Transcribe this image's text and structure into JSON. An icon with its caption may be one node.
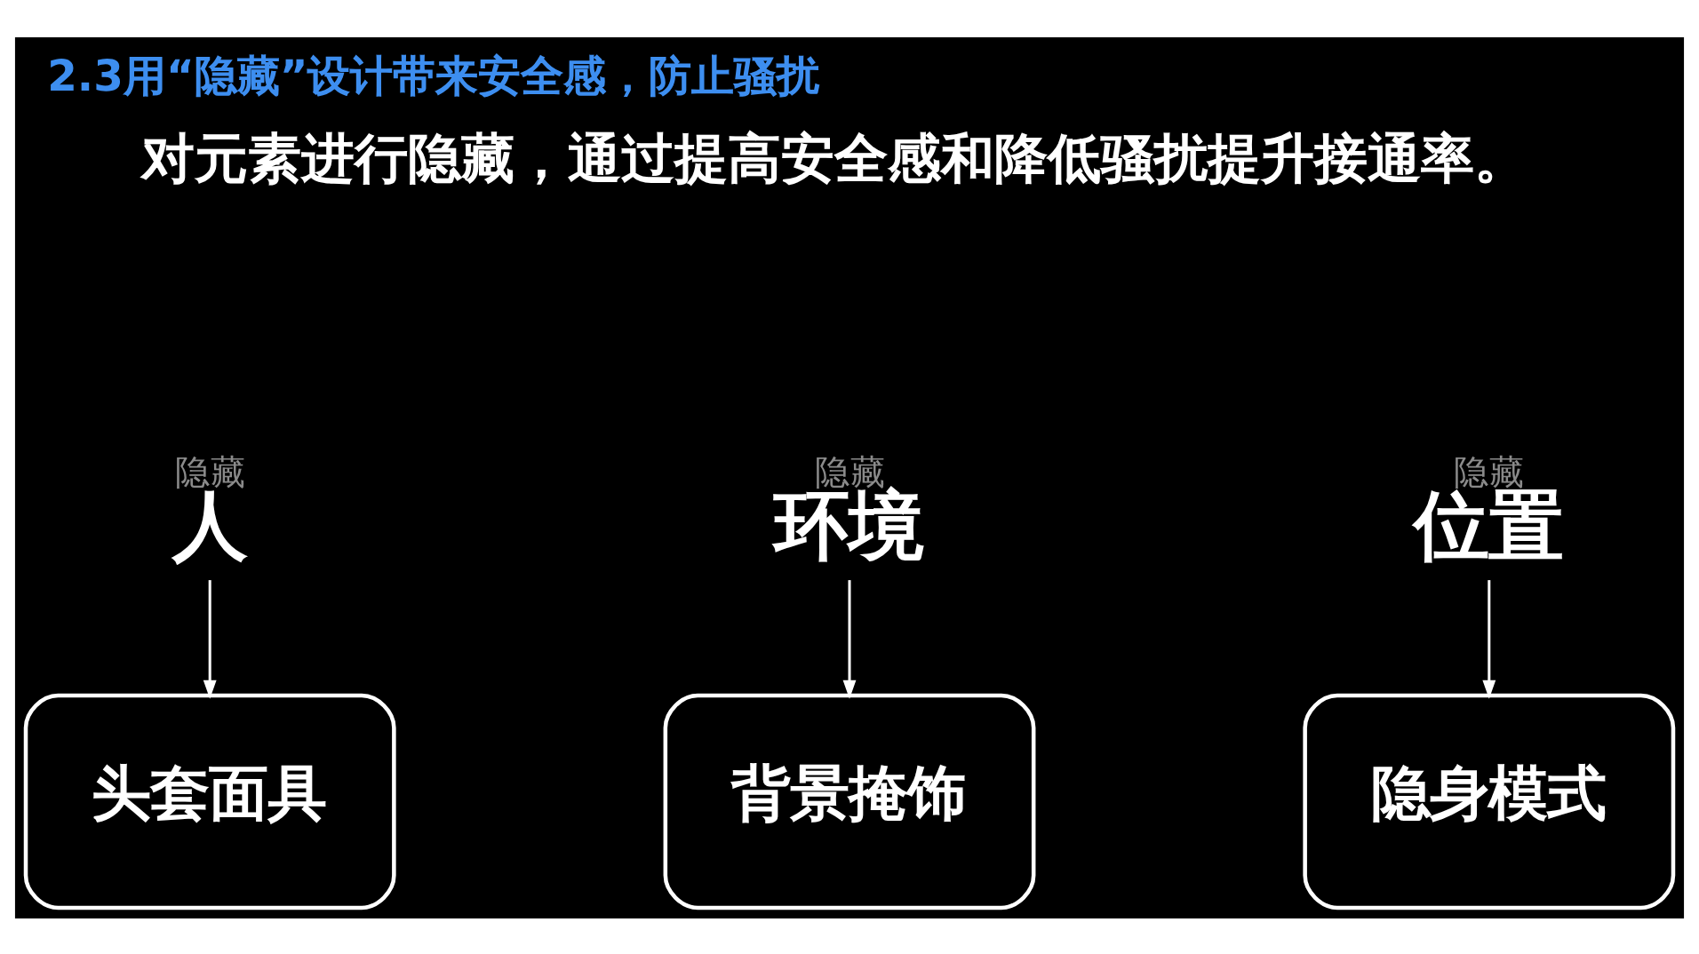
{
  "diagram": {
    "title": "2.3用“隐藏”设计带来安全感，防止骚扰",
    "nodes": [
      {
        "text": [
          "隐藏",
          "人"
        ]
      },
      {
        "text": [
          "头套面具"
        ]
      },
      {
        "text": [
          "隐藏",
          "环境"
        ]
      },
      {
        "text": [
          "背景掩饰"
        ]
      },
      {
        "text": [
          "隐藏",
          "位置"
        ]
      },
      {
        "text": [
          "隐身模式"
        ]
      }
    ],
    "edges": [
      {
        "from": 0,
        "to": 1,
        "arrow": "to"
      },
      {
        "from": 2,
        "to": 3,
        "arrow": "to"
      },
      {
        "from": 4,
        "to": 5,
        "arrow": "to"
      }
    ],
    "labels": [
      "对元素进行隐藏，通过提高安全感和降低骚扰提升接通率。"
    ]
  }
}
